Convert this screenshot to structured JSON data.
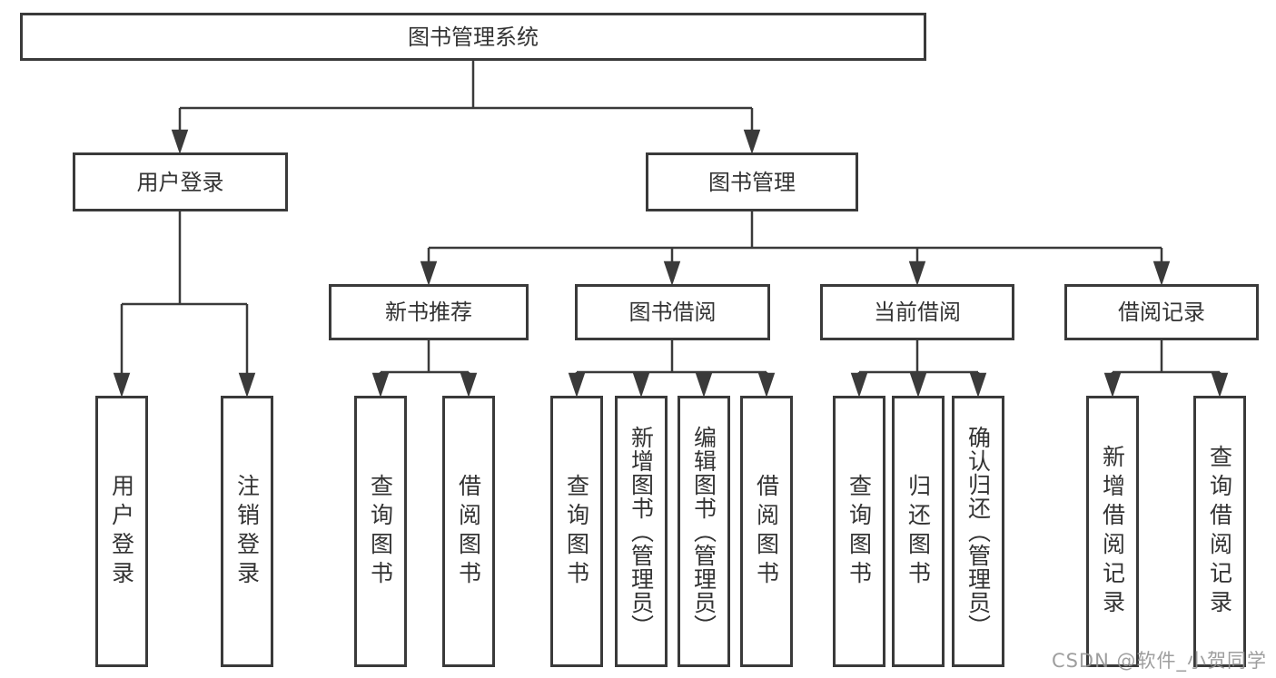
{
  "diagram_type": "hierarchy-tree",
  "root": {
    "label": "图书管理系统"
  },
  "level2": {
    "user_login": {
      "label": "用户登录"
    },
    "book_mgmt": {
      "label": "图书管理"
    }
  },
  "level3": {
    "new_books": {
      "label": "新书推荐"
    },
    "borrow": {
      "label": "图书借阅"
    },
    "current": {
      "label": "当前借阅"
    },
    "records": {
      "label": "借阅记录"
    }
  },
  "leaves": {
    "user_login": [
      "用户登录",
      "注销登录"
    ],
    "new_books": [
      "查询图书",
      "借阅图书"
    ],
    "borrow": [
      "查询图书",
      "新增图书（管理员）",
      "编辑图书（管理员）",
      "借阅图书"
    ],
    "current": [
      "查询图书",
      "归还图书",
      "确认归还（管理员）"
    ],
    "records": [
      "新增借阅记录",
      "查询借阅记录"
    ]
  },
  "watermark": "CSDN @软件_小贺同学",
  "colors": {
    "line": "#3a3a3a",
    "text": "#333333",
    "background": "#ffffff",
    "watermark": "#949494"
  }
}
